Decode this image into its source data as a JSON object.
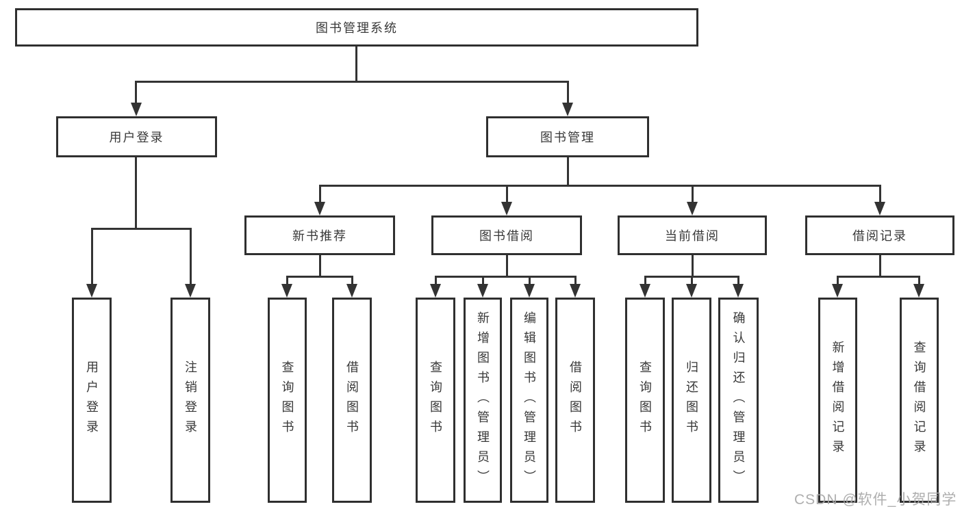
{
  "title": "图书管理系统",
  "watermark": {
    "text": "CSDN @软件_小贺同学"
  },
  "colors": {
    "line": "#333333",
    "box_border": "#2f2f2f",
    "box_background": "#ffffff",
    "text": "#383838",
    "watermark": "#a8a8a8"
  },
  "tree": {
    "root": {
      "label": "图书管理系统",
      "children": [
        {
          "label": "用户登录",
          "children": [
            {
              "label": "用户登录"
            },
            {
              "label": "注销登录"
            }
          ]
        },
        {
          "label": "图书管理",
          "children": [
            {
              "label": "新书推荐",
              "children": [
                {
                  "label": "查询图书"
                },
                {
                  "label": "借阅图书"
                }
              ]
            },
            {
              "label": "图书借阅",
              "children": [
                {
                  "label": "查询图书"
                },
                {
                  "label": "新增图书（管理员）"
                },
                {
                  "label": "编辑图书（管理员）"
                },
                {
                  "label": "借阅图书"
                }
              ]
            },
            {
              "label": "当前借阅",
              "children": [
                {
                  "label": "查询图书"
                },
                {
                  "label": "归还图书"
                },
                {
                  "label": "确认归还（管理员）"
                }
              ]
            },
            {
              "label": "借阅记录",
              "children": [
                {
                  "label": "新增借阅记录"
                },
                {
                  "label": "查询借阅记录"
                }
              ]
            }
          ]
        }
      ]
    }
  }
}
